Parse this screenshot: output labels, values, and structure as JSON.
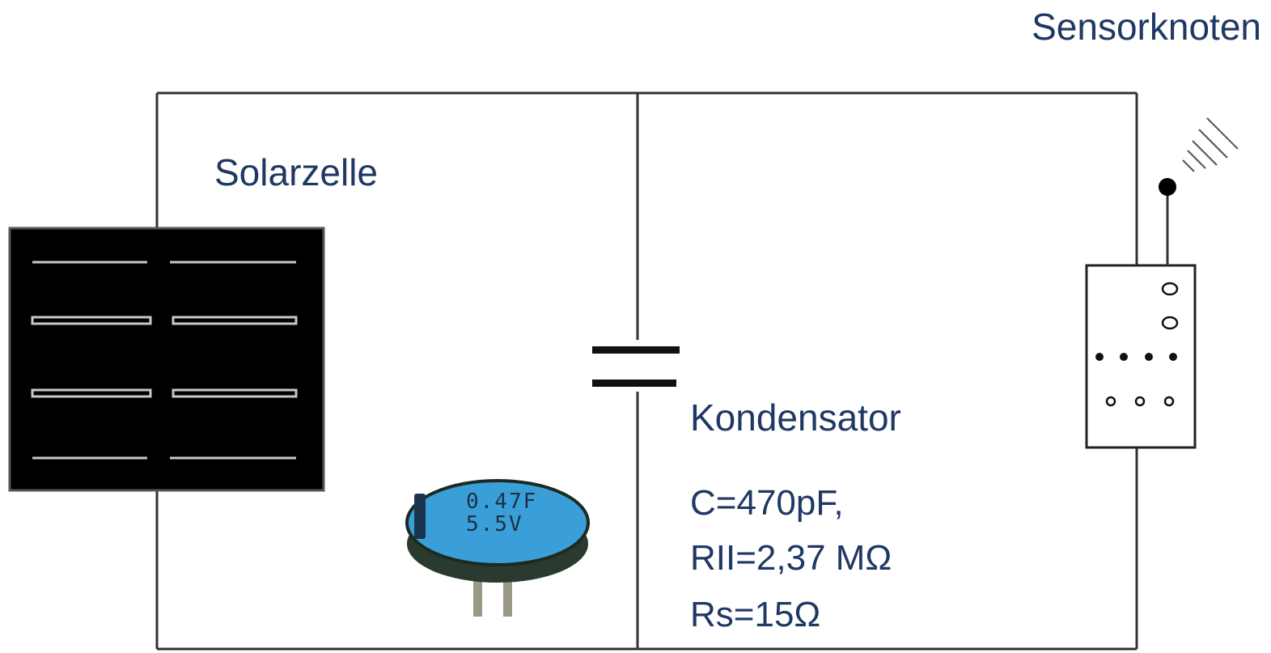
{
  "diagram": {
    "title": "Sensorknoten",
    "solar_label": "Solarzelle",
    "capacitor_label": "Kondensator",
    "capacitor_specs": [
      "C=470pF,",
      "RII=2,37 MΩ",
      "Rs=15Ω"
    ],
    "capacitor_photo_marking": [
      "0.47F",
      "5.5V"
    ],
    "colors": {
      "label_text": "#1f3864",
      "wire": "#333333",
      "solar_panel": "#000000",
      "supercap_body": "#3a9fd8"
    },
    "icons": [
      "solar-panel-icon",
      "capacitor-symbol-icon",
      "supercapacitor-photo",
      "sensor-node-icon",
      "antenna-icon"
    ]
  }
}
